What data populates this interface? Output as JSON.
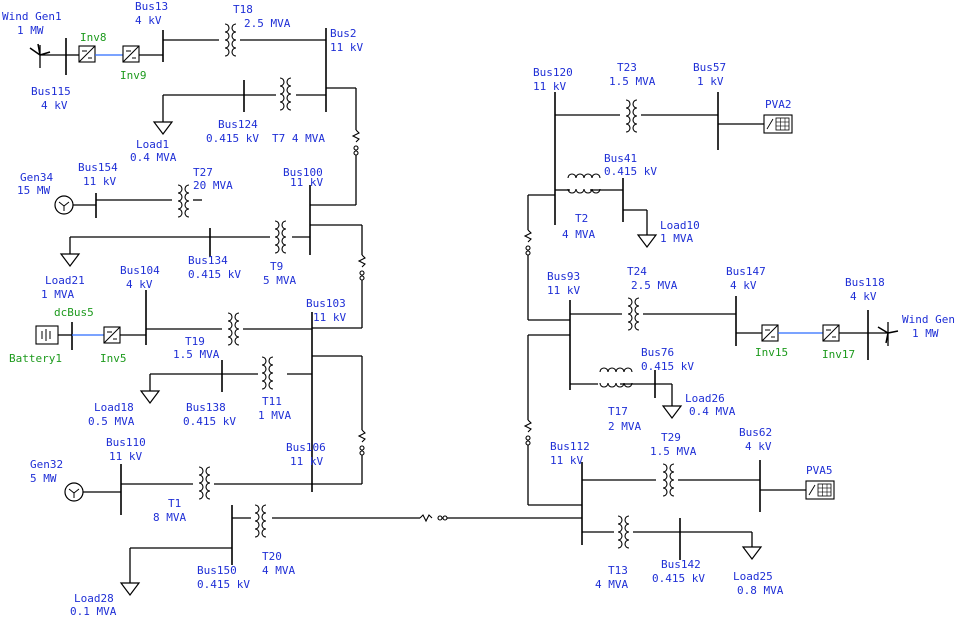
{
  "colors": {
    "label": "#1f2fd6",
    "inverter_label": "#1d9a1d",
    "wire": "#000000",
    "link": "#2c6cff"
  },
  "labels": {
    "wind_gen1_name": "Wind Gen1",
    "wind_gen1_rating": "1 MW",
    "bus115_name": "Bus115",
    "bus115_kv": "4 kV",
    "inv8": "Inv8",
    "inv9": "Inv9",
    "bus13_name": "Bus13",
    "bus13_kv": "4 kV",
    "t18_name": "T18",
    "t18_rating": "2.5 MVA",
    "bus2_name": "Bus2",
    "bus2_kv": "11 kV",
    "load1_name": "Load1",
    "load1_rating": "0.4 MVA",
    "bus124_name": "Bus124",
    "bus124_kv": "0.415 kV",
    "t7_rating": "T7  4 MVA",
    "gen34_name": "Gen34",
    "gen34_rating": "15 MW",
    "bus154_name": "Bus154",
    "bus154_kv": "11 kV",
    "t27_name": "T27",
    "t27_rating": "20 MVA",
    "bus100_name": "Bus100",
    "bus100_kv": "11 kV",
    "load21_name": "Load21",
    "load21_rating": "1 MVA",
    "bus134_name": "Bus134",
    "bus134_kv": "0.415 kV",
    "t9_name": "T9",
    "t9_rating": "5 MVA",
    "bus104_name": "Bus104",
    "bus104_kv": "4 kV",
    "dcbus5": "dcBus5",
    "battery1": "Battery1",
    "inv5": "Inv5",
    "t19_name": "T19",
    "t19_rating": "1.5 MVA",
    "bus103_name": "Bus103",
    "bus103_kv": "11 kV",
    "load18_name": "Load18",
    "load18_rating": "0.5 MVA",
    "bus138_name": "Bus138",
    "bus138_kv": "0.415 kV",
    "t11_name": "T11",
    "t11_rating": "1 MVA",
    "gen32_name": "Gen32",
    "gen32_rating": "5 MW",
    "bus110_name": "Bus110",
    "bus110_kv": "11 kV",
    "t1_name": "T1",
    "t1_rating": "8 MVA",
    "bus106_name": "Bus106",
    "bus106_kv": "11 kV",
    "load28_name": "Load28",
    "load28_rating": "0.1 MVA",
    "bus150_name": "Bus150",
    "bus150_kv": "0.415 kV",
    "t20_name": "T20",
    "t20_rating": "4 MVA",
    "bus120_name": "Bus120",
    "bus120_kv": "11 kV",
    "t23_name": "T23",
    "t23_rating": "1.5 MVA",
    "bus57_name": "Bus57",
    "bus57_kv": "1 kV",
    "pva2": "PVA2",
    "bus41_name": "Bus41",
    "bus41_kv": "0.415 kV",
    "t2_name": "T2",
    "t2_rating": "4 MVA",
    "load10_name": "Load10",
    "load10_rating": "1 MVA",
    "bus93_name": "Bus93",
    "bus93_kv": "11 kV",
    "t24_name": "T24",
    "t24_rating": "2.5 MVA",
    "bus147_name": "Bus147",
    "bus147_kv": "4 kV",
    "bus118_name": "Bus118",
    "bus118_kv": "4 kV",
    "wind_gen_name": "Wind Gen",
    "wind_gen_rating": "1 MW",
    "inv15": "Inv15",
    "inv17": "Inv17",
    "bus76_name": "Bus76",
    "bus76_kv": "0.415 kV",
    "t17_name": "T17",
    "t17_rating": "2 MVA",
    "load26_name": "Load26",
    "load26_rating": "0.4 MVA",
    "bus112_name": "Bus112",
    "bus112_kv": "11 kV",
    "t29_name": "T29",
    "t29_rating": "1.5 MVA",
    "bus62_name": "Bus62",
    "bus62_kv": "4 kV",
    "pva5": "PVA5",
    "t13_name": "T13",
    "t13_rating": "4 MVA",
    "bus142_name": "Bus142",
    "bus142_kv": "0.415 kV",
    "load25_name": "Load25",
    "load25_rating": "0.8 MVA"
  }
}
